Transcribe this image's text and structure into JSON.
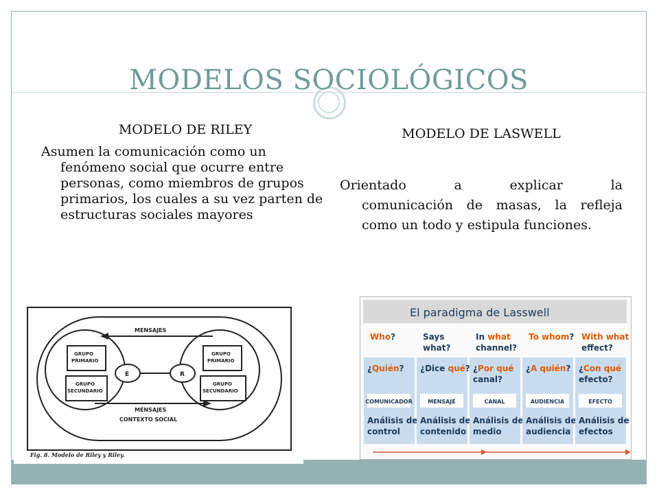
{
  "slide": {
    "title": "MODELOS SOCIOLÓGICOS",
    "accent_color": "#6f9b9b",
    "band_color": "#93b3b3"
  },
  "left": {
    "heading": "MODELO DE RILEY",
    "body_first": "Asumen la comunicación como un",
    "body_rest": "fenómeno social que ocurre entre personas, como miembros de grupos primarios, los cuales a su vez parten de estructuras sociales mayores"
  },
  "right": {
    "heading": "MODELO DE LASWELL",
    "line1_words": [
      "Orientado",
      "a",
      "explicar",
      "la"
    ],
    "body_rest": "comunicación de masas, la refleja como un todo y estipula funciones."
  },
  "riley_figure": {
    "label_mensajes_top": "MENSAJES",
    "label_mensajes_bottom": "MENSAJES",
    "label_contexto": "CONTEXTO SOCIAL",
    "left_group_primary": [
      "GRUPO",
      "PRIMARIO"
    ],
    "left_group_secondary": [
      "GRUPO",
      "SECUNDARIO"
    ],
    "right_group_primary": [
      "GRUPO",
      "PRIMARIO"
    ],
    "right_group_secondary": [
      "GRUPO",
      "SECUNDARIO"
    ],
    "node_e": "E",
    "node_r": "R",
    "caption": "Fig. 8. Modelo de Riley y Riley."
  },
  "lasswell_figure": {
    "title": "El paradigma de Lasswell",
    "columns": [
      {
        "q_en_pre": "",
        "q_en_hl": "Who",
        "q_en_post": "?",
        "q_en_line2": "",
        "q_es_pre": "¿",
        "q_es_hl": "Quién",
        "q_es_post": "?",
        "q_es_line2": "",
        "role": "COMUNICADOR",
        "analysis": [
          "Análisis de",
          "control"
        ]
      },
      {
        "q_en_pre": "Says",
        "q_en_hl": "",
        "q_en_post": "",
        "q_en_line2": "what?",
        "q_es_pre": "¿Dice ",
        "q_es_hl": "qué",
        "q_es_post": "?",
        "q_es_line2": "",
        "role": "MENSAJE",
        "analysis": [
          "Análisis de",
          "contenido"
        ]
      },
      {
        "q_en_pre": "In ",
        "q_en_hl": "what",
        "q_en_post": "",
        "q_en_line2": "channel?",
        "q_es_pre": "¿",
        "q_es_hl": "Por qué",
        "q_es_post": "",
        "q_es_line2": "canal?",
        "role": "CANAL",
        "analysis": [
          "Análisis del",
          "medio"
        ]
      },
      {
        "q_en_pre": "",
        "q_en_hl": "To whom",
        "q_en_post": "?",
        "q_en_line2": "",
        "q_es_pre": "¿",
        "q_es_hl": "A quién",
        "q_es_post": "?",
        "q_es_line2": "",
        "role": "AUDIENCIA",
        "analysis": [
          "Análisis de",
          "audiencia"
        ]
      },
      {
        "q_en_pre": "",
        "q_en_hl": "With what",
        "q_en_post": "",
        "q_en_line2": "effect?",
        "q_es_pre": "¿",
        "q_es_hl": "Con qué",
        "q_es_post": "",
        "q_es_line2": "efecto?",
        "role": "EFECTO",
        "analysis": [
          "Análisis de",
          "efectos"
        ]
      }
    ],
    "colors": {
      "highlight": "#e05a00",
      "text": "#1d3a5a",
      "panel": "#c9dcef",
      "arrow": "#d9552a"
    }
  }
}
